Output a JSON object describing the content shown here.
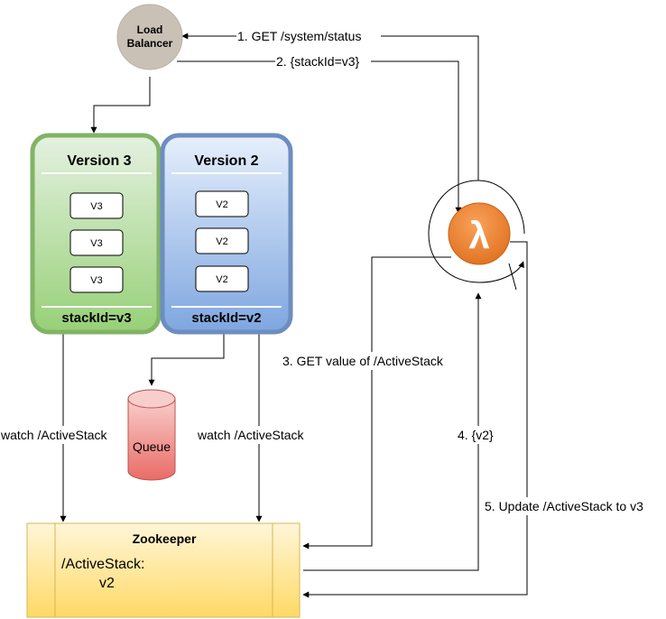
{
  "load_balancer": {
    "line1": "Load",
    "line2": "Balancer"
  },
  "version3": {
    "title": "Version 3",
    "instances": [
      "V3",
      "V3",
      "V3"
    ],
    "stack_label": "stackId=v3"
  },
  "version2": {
    "title": "Version 2",
    "instances": [
      "V2",
      "V2",
      "V2"
    ],
    "stack_label": "stackId=v2"
  },
  "queue": {
    "label": "Queue"
  },
  "lambda": {
    "symbol": "λ"
  },
  "zookeeper": {
    "title": "Zookeeper",
    "key": "/ActiveStack:",
    "value": "v2"
  },
  "edges": {
    "get_status": "1. GET /system/status",
    "stack_id": "2. {stackId=v3}",
    "get_value": "3. GET value of /ActiveStack",
    "reply_v2": "4. {v2}",
    "update": "5. Update /ActiveStack to v3",
    "watch_v3": "watch /ActiveStack",
    "watch_v2": "watch /ActiveStack"
  },
  "colors": {
    "load_balancer_fill": "#c9c0b6",
    "version3_border": "#82b366",
    "version3_fill": "#d5e8d4",
    "version2_border": "#6c8ebf",
    "version2_fill": "#dae8fc",
    "queue_fill": "#e06060",
    "lambda_fill": "#f58534",
    "zookeeper_fill": "#fff2cc",
    "zookeeper_border": "#d6b656"
  }
}
